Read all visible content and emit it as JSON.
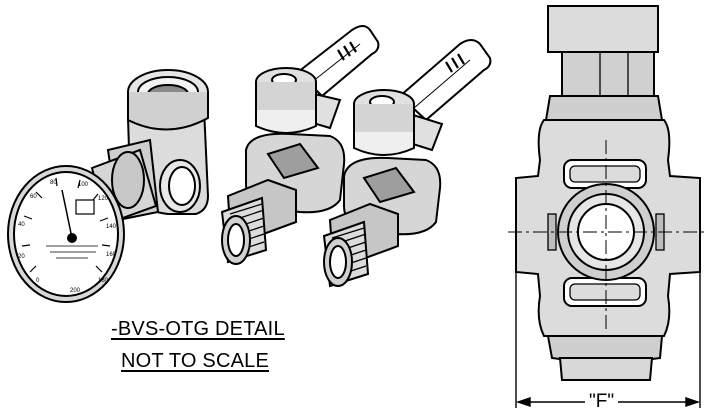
{
  "caption": {
    "line1": "-BVS-OTG DETAIL",
    "line2": "NOT TO SCALE"
  },
  "dimension": {
    "label": "\"F\""
  },
  "gauge": {
    "dial_numbers": [
      "0",
      "20",
      "40",
      "60",
      "80",
      "100",
      "120",
      "140",
      "160",
      "180",
      "200"
    ],
    "icons": [
      "thermometer-gauge-icon",
      "pressure-dial-icon"
    ]
  },
  "colors": {
    "line": "#000000",
    "metal_fill": "#d9d9d9",
    "shade": "#9a9a9a",
    "background": "#ffffff"
  }
}
